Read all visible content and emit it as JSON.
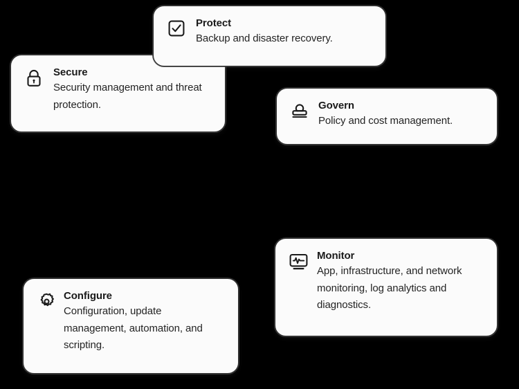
{
  "page": {
    "background_color": "#000000",
    "card_fill_color": "#fbfbfb",
    "card_border_color": "#2a2a2a",
    "text_color": "#1a1a1a",
    "icon_color": "#1b1b1b"
  },
  "cards": [
    {
      "id": "protect",
      "icon": "checkbox-checked-icon",
      "title": "Protect",
      "description": "Backup and disaster recovery."
    },
    {
      "id": "secure",
      "icon": "lock-icon",
      "title": "Secure",
      "description": "Security management and threat protection."
    },
    {
      "id": "govern",
      "icon": "stamp-icon",
      "title": "Govern",
      "description": "Policy and cost management."
    },
    {
      "id": "monitor",
      "icon": "monitor-pulse-icon",
      "title": "Monitor",
      "description": "App, infrastructure, and network monitoring, log analytics and diagnostics."
    },
    {
      "id": "configure",
      "icon": "gear-icon",
      "title": "Configure",
      "description": "Configuration, update management, automation, and scripting."
    }
  ]
}
